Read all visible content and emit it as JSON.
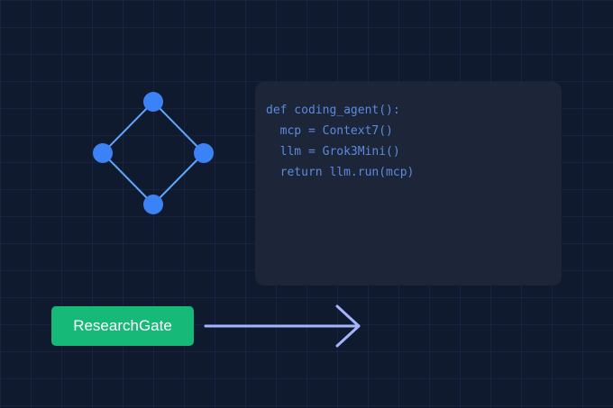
{
  "code_panel": {
    "lines": [
      "def coding_agent():",
      "  mcp = Context7()",
      "  llm = Grok3Mini()",
      "  return llm.run(mcp)"
    ]
  },
  "cta": {
    "label": "ResearchGate"
  },
  "colors": {
    "background": "#101a2e",
    "grid": "#1f3358",
    "node": "#3b82f6",
    "edge": "#60a5fa",
    "code_panel": "#1c2638",
    "code_text": "#5b8ae0",
    "button": "#17b979",
    "arrow": "#a5b4fc"
  },
  "icons": {
    "network": "network-diamond-icon",
    "arrow": "arrow-right-icon"
  }
}
